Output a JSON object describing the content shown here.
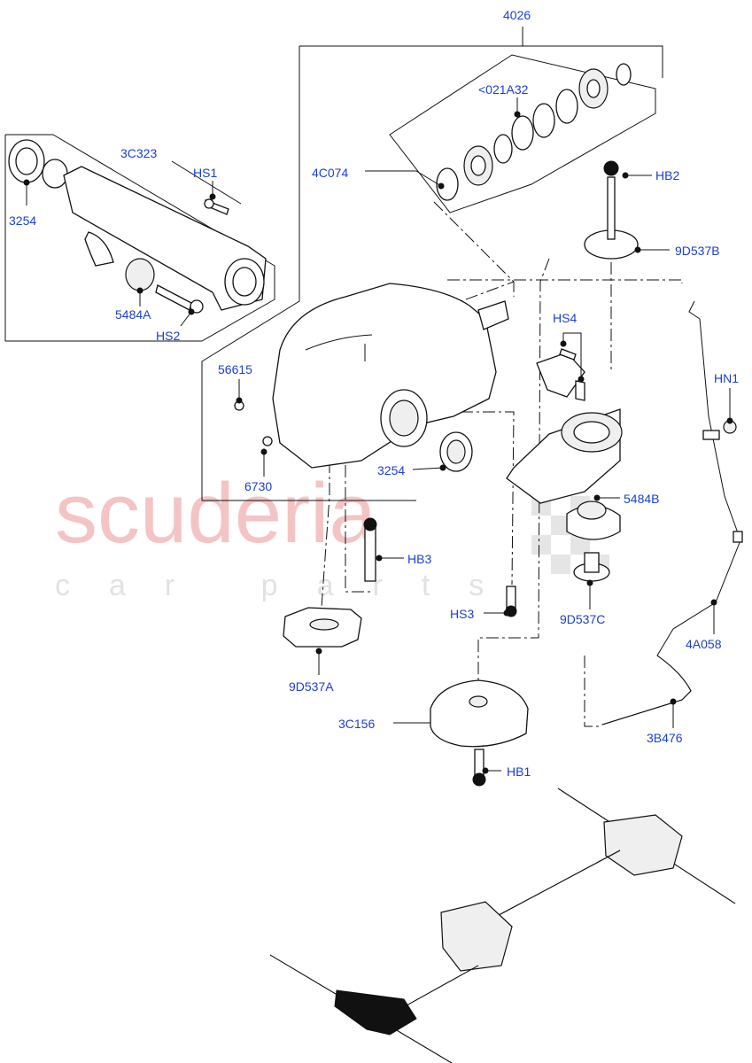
{
  "watermark": {
    "brand": "scuderia",
    "sub": "car parts"
  },
  "labels": {
    "l_4026": "4026",
    "l_021A32": "<021A32",
    "l_4C074": "4C074",
    "l_3C323": "3C323",
    "l_HS1": "HS1",
    "l_3254_a": "3254",
    "l_5484A": "5484A",
    "l_HS2": "HS2",
    "l_HB2": "HB2",
    "l_9D537B": "9D537B",
    "l_HS4": "HS4",
    "l_HN1": "HN1",
    "l_56615": "56615",
    "l_3254_b": "3254",
    "l_6730": "6730",
    "l_5484B": "5484B",
    "l_HB3": "HB3",
    "l_HS3": "HS3",
    "l_9D537C": "9D537C",
    "l_4A058": "4A058",
    "l_9D537A": "9D537A",
    "l_3C156": "3C156",
    "l_3B476": "3B476",
    "l_HB1": "HB1"
  },
  "colors": {
    "label": "#1a3fd4",
    "line": "#111111",
    "watermark": "#f4c4c4"
  }
}
